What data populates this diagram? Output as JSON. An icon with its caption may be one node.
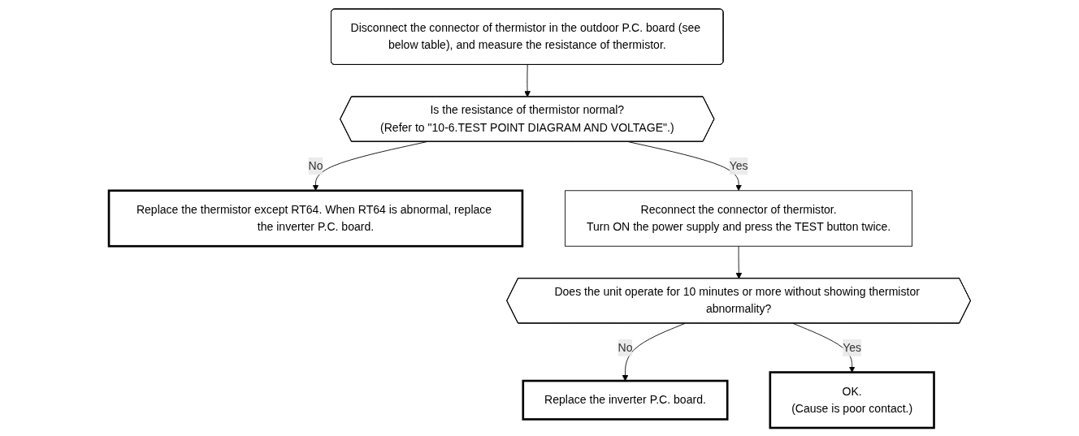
{
  "diagram": {
    "nodes": [
      {
        "text": [
          "Disconnect the connector of thermistor in the outdoor P.C. board (see below table), and measure the resistance of thermistor."
        ]
      },
      {
        "text": [
          "Is the resistance of thermistor normal?",
          "(Refer to \"10-6.TEST POINT DIAGRAM AND VOLTAGE\".)"
        ]
      },
      {
        "text": [
          "Replace the thermistor except RT64. When RT64 is abnormal, replace the inverter P.C. board."
        ]
      },
      {
        "text": [
          "Reconnect the connector of thermistor.",
          "Turn ON the power supply and press the TEST button twice."
        ]
      },
      {
        "text": [
          "Does the unit operate for 10 minutes or more without showing thermistor abnormality?"
        ]
      },
      {
        "text": [
          "Replace the inverter P.C. board."
        ]
      },
      {
        "text": [
          "OK.",
          "(Cause is poor contact.)"
        ]
      }
    ],
    "edges": [
      {
        "from": 0,
        "to": 1,
        "arrow": "to"
      },
      {
        "from": 1,
        "to": 2,
        "arrow": "to",
        "label": "No"
      },
      {
        "from": 1,
        "to": 3,
        "arrow": "to",
        "label": "Yes"
      },
      {
        "from": 3,
        "to": 4,
        "arrow": "to"
      },
      {
        "from": 4,
        "to": 5,
        "arrow": "to",
        "label": "No"
      },
      {
        "from": 4,
        "to": 6,
        "arrow": "to",
        "label": "Yes"
      }
    ]
  }
}
